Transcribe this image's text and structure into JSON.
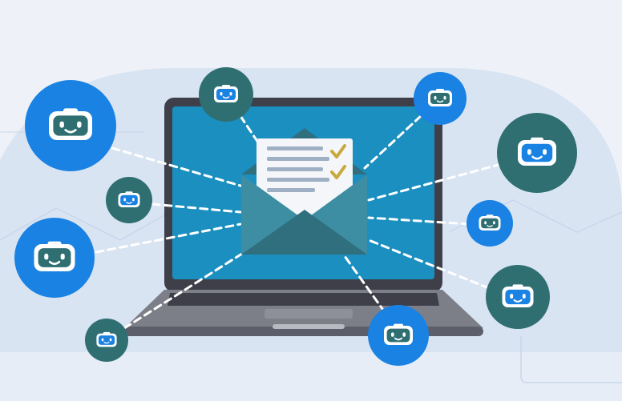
{
  "illustration": {
    "subject": "email-broadcast-to-bots",
    "colors": {
      "background": "#eef2f8",
      "backdrop": "#d9e4f3",
      "laptop_body": "#3f3f4a",
      "laptop_screen": "#1a8fc0",
      "keyboard_base": "#7d7f88",
      "envelope": "#3e8ea3",
      "envelope_dark": "#2f6f7e",
      "letter": "#f4f6fa",
      "letter_lines": "#9fb0c4",
      "checkmark": "#c9a93b",
      "bot_blue": "#1a82e2",
      "bot_teal": "#2f6f72",
      "connector": "#ffffff"
    },
    "icons": [
      "laptop-icon",
      "envelope-icon",
      "letter-icon",
      "checkmark-icon",
      "robot-face-icon"
    ],
    "bot_count": 10,
    "checkmark_count": 2
  }
}
